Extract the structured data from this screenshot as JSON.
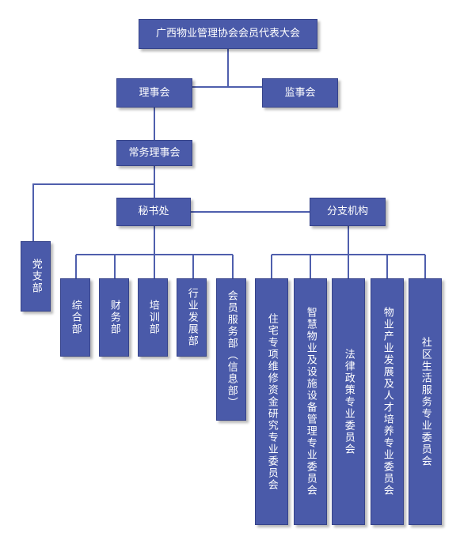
{
  "org": {
    "top": "广西物业管理协会会员代表大会",
    "council": "理事会",
    "supervisors": "监事会",
    "standing": "常务理事会",
    "secretariat": "秘书处",
    "branches": "分支机构",
    "party": "党支部",
    "departments": [
      "综合部",
      "财务部",
      "培训部",
      "行业发展部",
      "会员服务部（信息部）"
    ],
    "committees": [
      "住宅专项维修资金研究专业委员会",
      "智慧物业及设施设备管理专业委员会",
      "法律政策专业委员会",
      "物业产业发展及人才培养专业委员会",
      "社区生活服务专业委员会"
    ]
  },
  "colors": {
    "box": "#4a5aa9",
    "line": "#4f5fad",
    "text": "#ffffff"
  }
}
